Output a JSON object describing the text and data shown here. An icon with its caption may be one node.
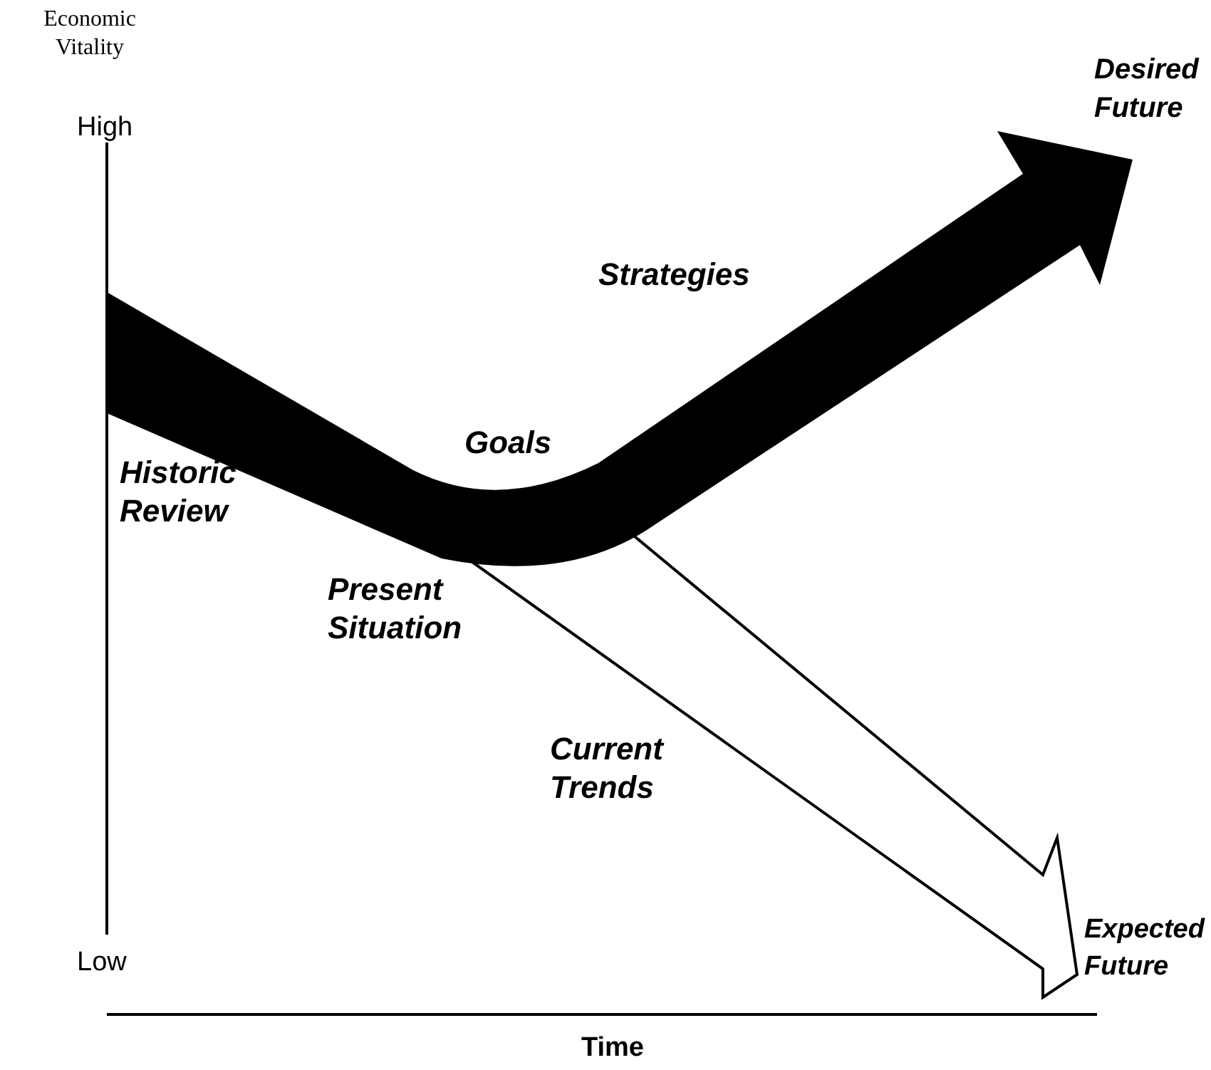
{
  "diagram": {
    "labels": [
      "Economic Vitality",
      "High",
      "Desired Future",
      "Strategies",
      "Goals",
      "Historic Review",
      "Present Situation",
      "Current Trends",
      "Low",
      "Expected Future",
      "Time"
    ]
  }
}
